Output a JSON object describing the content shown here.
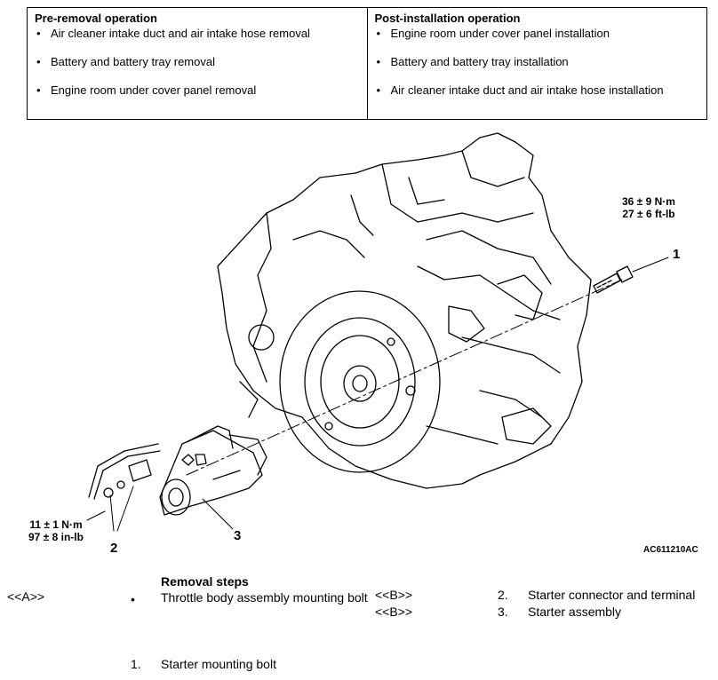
{
  "operations": {
    "pre_removal": {
      "heading": "Pre-removal operation",
      "items": [
        "Air cleaner intake duct and air intake hose removal",
        "Battery and battery tray removal",
        "Engine room under cover panel removal"
      ]
    },
    "post_installation": {
      "heading": "Post-installation operation",
      "items": [
        "Engine room under cover panel installation",
        "Battery and battery tray installation",
        "Air cleaner intake duct and air intake hose installation"
      ]
    }
  },
  "figure": {
    "torque_bolt": {
      "metric": "36 ± 9 N·m",
      "imperial": "27 ± 6 ft-lb"
    },
    "torque_terminal": {
      "metric": "11 ± 1 N·m",
      "imperial": "97 ± 8 in-lb"
    },
    "callout_1": "1",
    "callout_2": "2",
    "callout_3": "3",
    "figure_code": "AC611210AC"
  },
  "removal": {
    "heading": "Removal steps",
    "steps": [
      {
        "ref": "<<A>>",
        "marker": "•",
        "text": "Throttle body assembly mounting bolt"
      },
      {
        "ref": "",
        "marker": "1.",
        "text": "Starter mounting bolt"
      },
      {
        "ref": "<<B>>",
        "marker": "2.",
        "text": "Starter connector and terminal"
      },
      {
        "ref": "<<B>>",
        "marker": "3.",
        "text": "Starter assembly"
      }
    ]
  }
}
